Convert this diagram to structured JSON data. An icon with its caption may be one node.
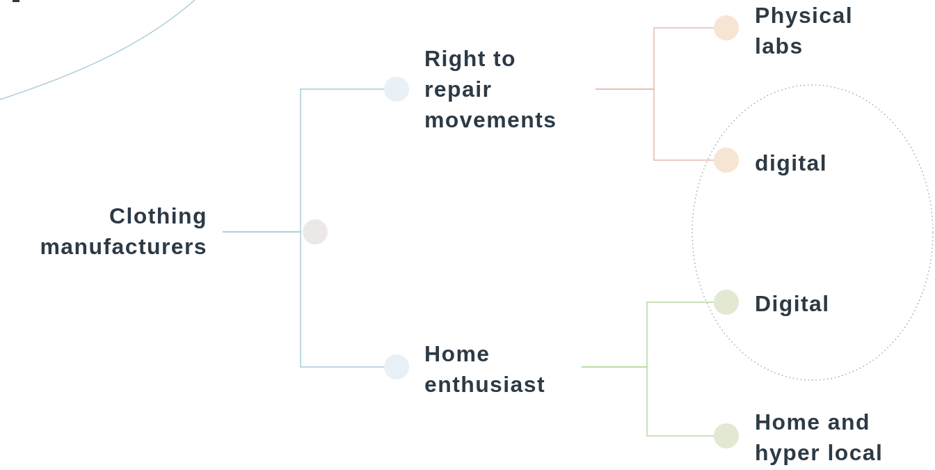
{
  "diagram": {
    "nodes": [
      {
        "text": [
          "Clothing manufacturers"
        ]
      },
      {
        "text": [
          "Right to repair movements"
        ]
      },
      {
        "text": [
          "Home enthusiast"
        ]
      },
      {
        "text": [
          "Physical labs"
        ]
      },
      {
        "text": [
          "digital"
        ]
      },
      {
        "text": [
          "Digital"
        ]
      },
      {
        "text": [
          "Home and hyper local"
        ]
      }
    ],
    "edges": [
      {
        "from": 0,
        "to": 1,
        "arrow": "none",
        "color": "#a9cbd9"
      },
      {
        "from": 0,
        "to": 2,
        "arrow": "none",
        "color": "#a9cbd9"
      },
      {
        "from": 1,
        "to": 3,
        "arrow": "none",
        "color": "#eab8b0"
      },
      {
        "from": 1,
        "to": 4,
        "arrow": "none",
        "color": "#eab8b0"
      },
      {
        "from": 2,
        "to": 5,
        "arrow": "none",
        "color": "#b5d8a0"
      },
      {
        "from": 2,
        "to": 6,
        "arrow": "none",
        "color": "#b5d8a0"
      }
    ]
  }
}
